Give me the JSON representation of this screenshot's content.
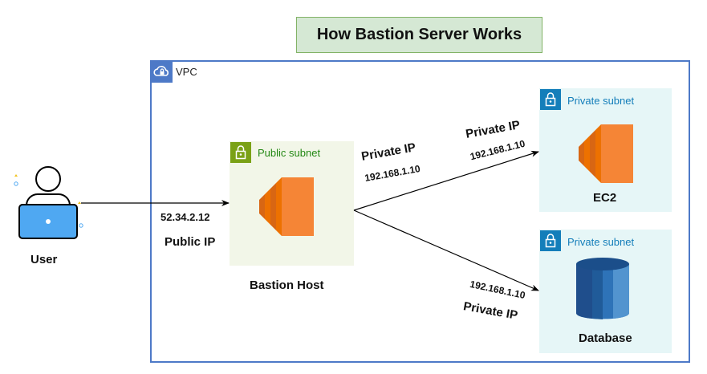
{
  "title": "How Bastion Server Works",
  "vpc": {
    "label": "VPC"
  },
  "user": {
    "label": "User"
  },
  "connection_user_bastion": {
    "ip": "52.34.2.12",
    "ip_type": "Public IP"
  },
  "bastion": {
    "subnet_label": "Public subnet",
    "label": "Bastion Host",
    "outbound_label": "Private IP",
    "outbound_ip": "192.168.1.10"
  },
  "ec2": {
    "subnet_label": "Private subnet",
    "label": "EC2",
    "link_label": "Private IP",
    "link_ip": "192.168.1.10"
  },
  "database": {
    "subnet_label": "Private subnet",
    "label": "Database",
    "link_label": "Private IP",
    "link_ip": "192.168.1.10"
  },
  "colors": {
    "vpc_border": "#4d79c7",
    "public_subnet_bg": "#f2f6e8",
    "public_subnet_accent": "#7aa116",
    "private_subnet_bg": "#e6f6f7",
    "private_subnet_accent": "#147eba",
    "ec2_orange": "#ed7100",
    "database_blue": "#2e73b8",
    "title_bg": "#d5e8d4",
    "title_border": "#82b366"
  },
  "icons": [
    "user-laptop-icon",
    "vpc-cloud-icon",
    "lock-icon",
    "ec2-instance-icon",
    "rds-database-icon"
  ]
}
